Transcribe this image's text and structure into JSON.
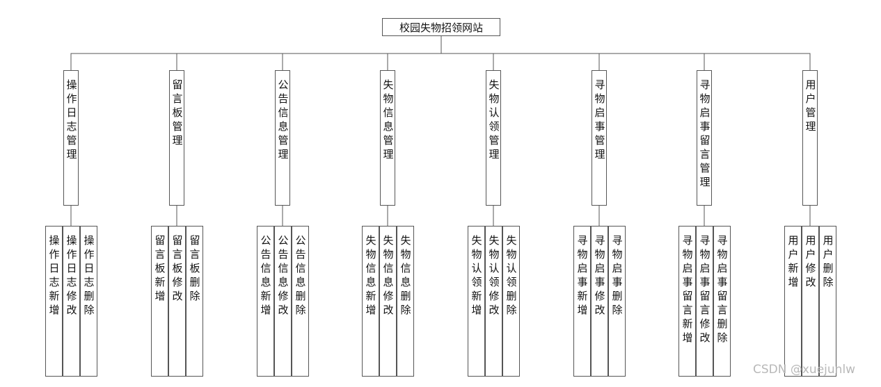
{
  "title": "校园失物招领网站",
  "modules": [
    {
      "name": "操作日志管理",
      "children": [
        "操作日志新增",
        "操作日志修改",
        "操作日志删除"
      ]
    },
    {
      "name": "留言板管理",
      "children": [
        "留言板新增",
        "留言板修改",
        "留言板删除"
      ]
    },
    {
      "name": "公告信息管理",
      "children": [
        "公告信息新增",
        "公告信息修改",
        "公告信息删除"
      ]
    },
    {
      "name": "失物信息管理",
      "children": [
        "失物信息新增",
        "失物信息修改",
        "失物信息删除"
      ]
    },
    {
      "name": "失物认领管理",
      "children": [
        "失物认领新增",
        "失物认领修改",
        "失物认领删除"
      ]
    },
    {
      "name": "寻物启事管理",
      "children": [
        "寻物启事新增",
        "寻物启事修改",
        "寻物启事删除"
      ]
    },
    {
      "name": "寻物启事留言管理",
      "children": [
        "寻物启事留言新增",
        "寻物启事留言修改",
        "寻物启事留言删除"
      ]
    },
    {
      "name": "用户管理",
      "children": [
        "用户新增",
        "用户修改",
        "用户删除"
      ]
    }
  ],
  "watermark": "CSDN @xuejunlw"
}
